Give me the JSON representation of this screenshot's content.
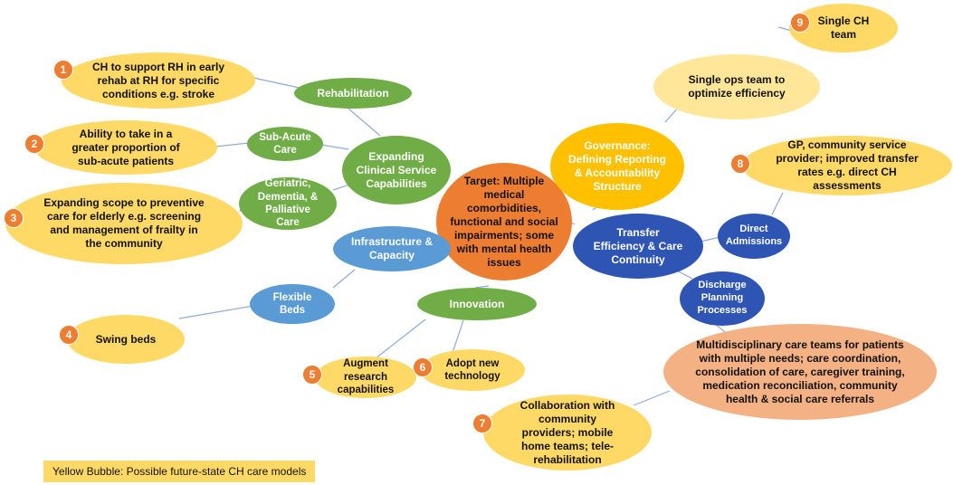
{
  "center": "Target: Multiple medical comorbidities, functional and social impairments; some with mental health issues",
  "branches": {
    "expanding": "Expanding Clinical Service Capabilities",
    "rehabilitation": "Rehabilitation",
    "subacute": "Sub-Acute Care",
    "geriatric": "Geriatric, Dementia, & Palliative Care",
    "infrastructure": "Infrastructure & Capacity",
    "flexible_beds": "Flexible Beds",
    "innovation": "Innovation",
    "governance": "Governance: Defining Reporting & Accountability Structure",
    "transfer": "Transfer Efficiency & Care Continuity",
    "direct_admissions": "Direct Admissions",
    "discharge": "Discharge Planning Processes"
  },
  "models": {
    "m1": {
      "num": "1",
      "text": "CH to support RH in early rehab at RH for specific conditions e.g. stroke"
    },
    "m2": {
      "num": "2",
      "text": "Ability to take in a greater proportion of sub-acute patients"
    },
    "m3": {
      "num": "3",
      "text": "Expanding scope to preventive care for elderly e.g. screening and management of frailty in the community"
    },
    "m4": {
      "num": "4",
      "text": "Swing beds"
    },
    "m5": {
      "num": "5",
      "text": "Augment research capabilities"
    },
    "m6": {
      "num": "6",
      "text": "Adopt new technology"
    },
    "m7": {
      "num": "7",
      "text": "Collaboration with community providers; mobile home teams; tele-rehabilitation"
    },
    "m8": {
      "num": "8",
      "text": "GP, community service provider; improved transfer rates e.g. direct CH assessments"
    },
    "m9": {
      "num": "9",
      "text": "Single CH team"
    }
  },
  "single_ops": "Single ops team to optimize efficiency",
  "discharge_detail": "Multidisciplinary care teams for patients with multiple needs; care coordination, consolidation of care, caregiver training, medication reconciliation, community health & social care referrals",
  "legend": "Yellow Bubble: Possible future-state CH care models"
}
